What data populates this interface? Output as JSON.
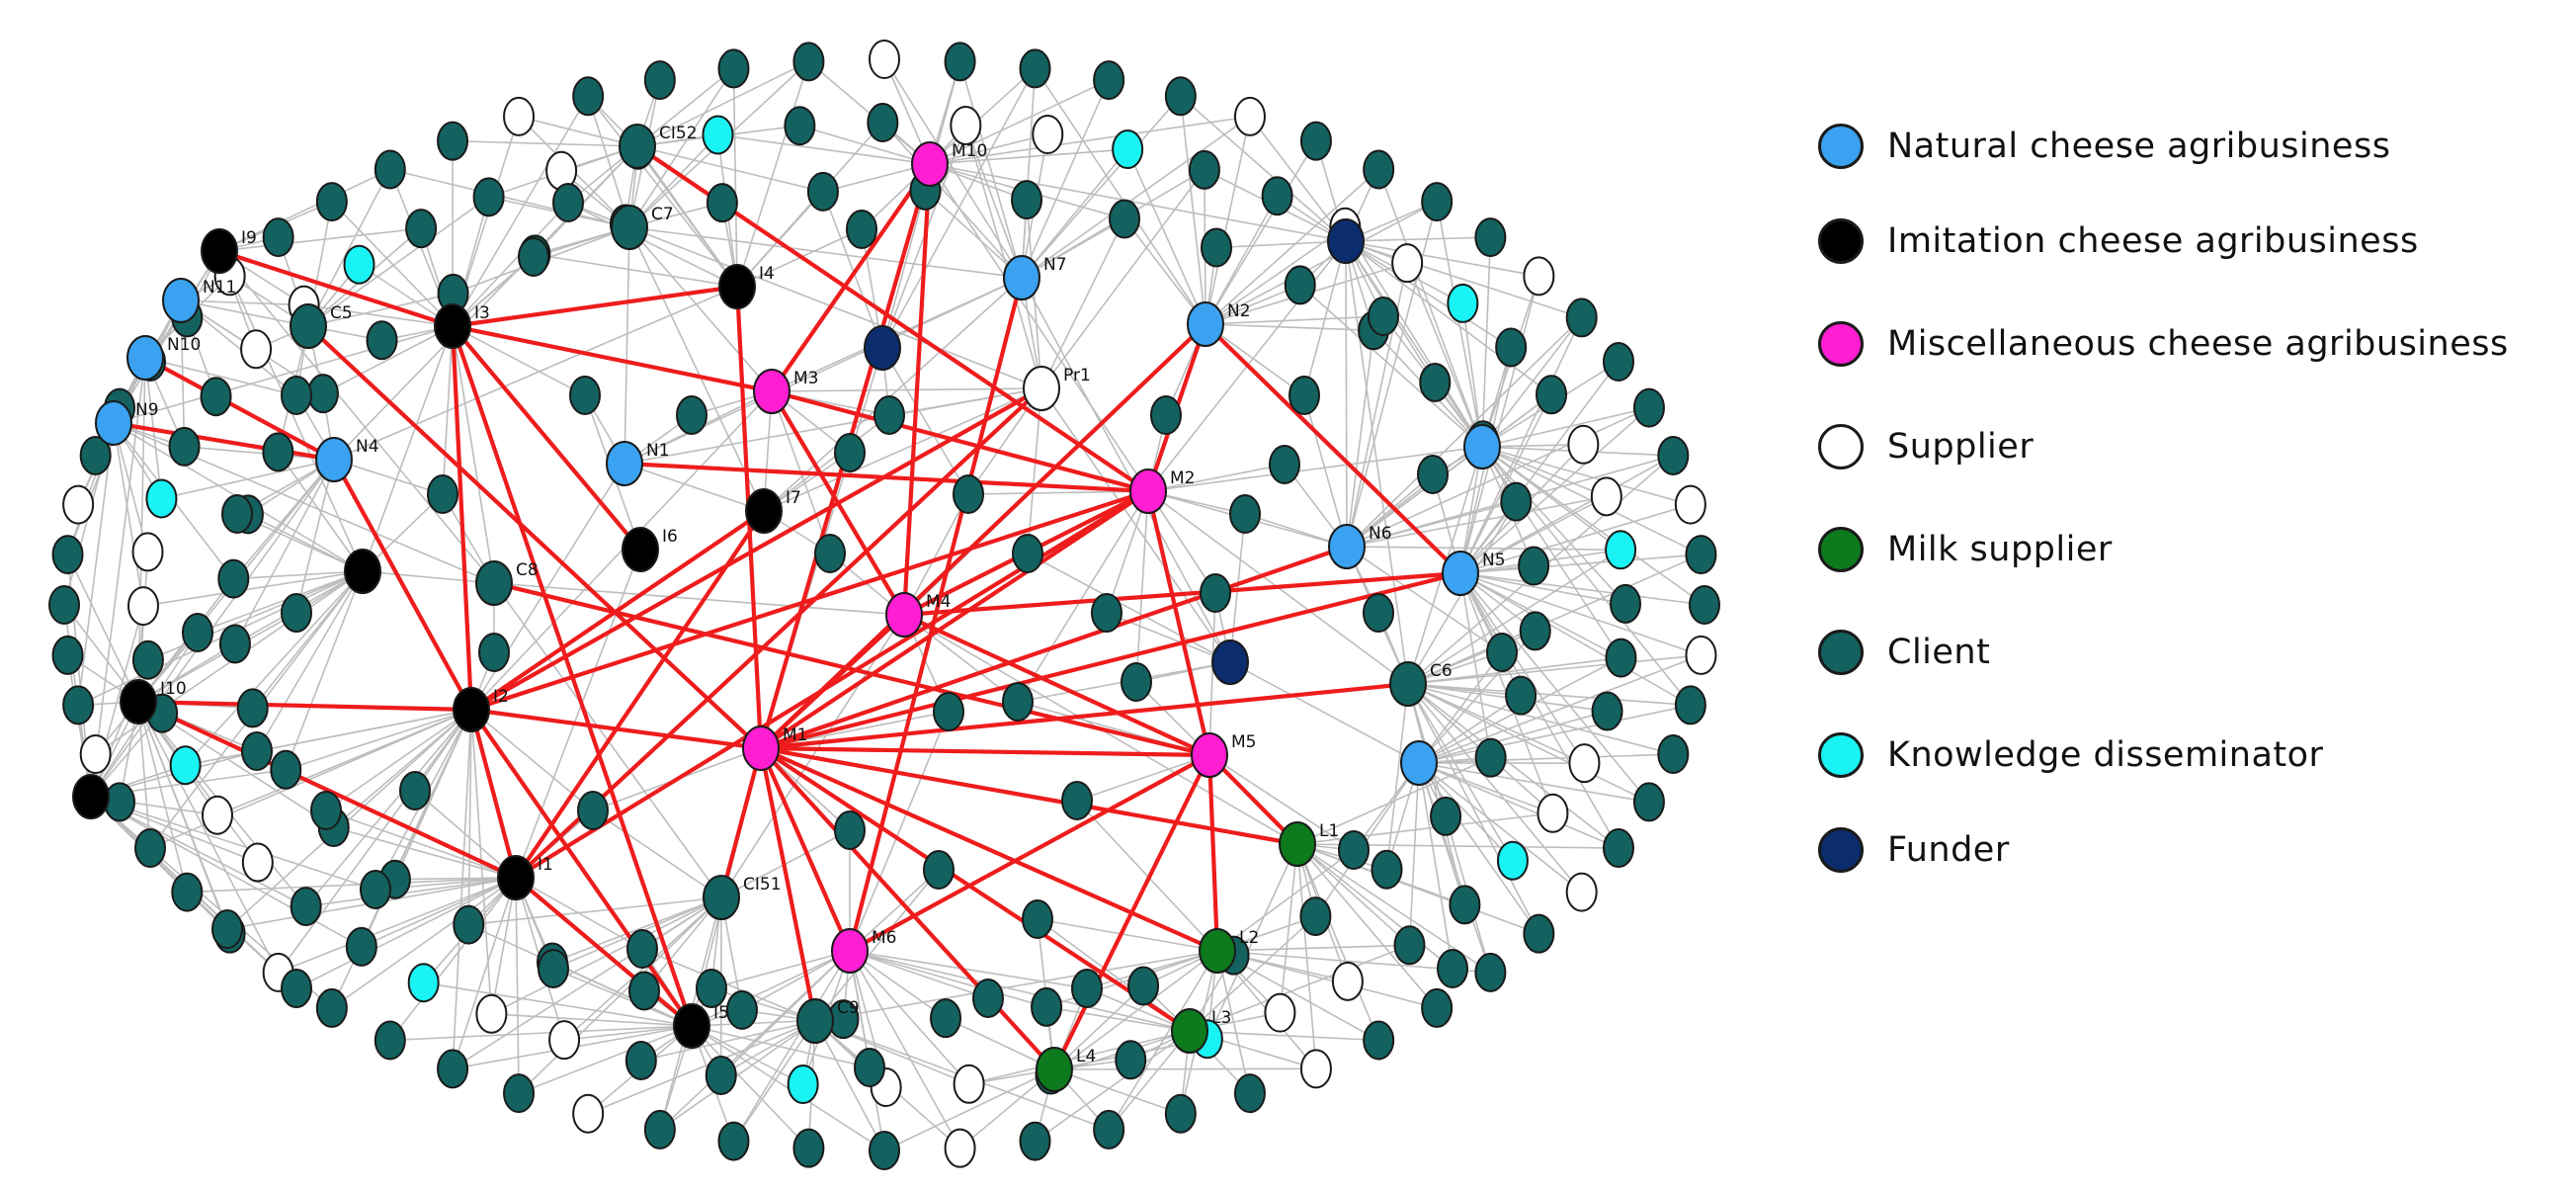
{
  "legend": {
    "items": [
      {
        "label": "Natural cheese agribusiness",
        "type": "natural",
        "color": "#3aa2f0"
      },
      {
        "label": "Imitation cheese agribusiness",
        "type": "imitation",
        "color": "#000000"
      },
      {
        "label": "Miscellaneous cheese agribusiness",
        "type": "misc",
        "color": "#ff1ed2"
      },
      {
        "label": "Supplier",
        "type": "supplier",
        "color": "#ffffff"
      },
      {
        "label": "Milk supplier",
        "type": "milk",
        "color": "#0d7a1e"
      },
      {
        "label": "Client",
        "type": "client",
        "color": "#14625f"
      },
      {
        "label": "Knowledge disseminator",
        "type": "knowledge",
        "color": "#19f3f3"
      },
      {
        "label": "Funder",
        "type": "funder",
        "color": "#0b2d6e"
      }
    ]
  },
  "colors": {
    "natural": "#3aa2f0",
    "imitation": "#000000",
    "misc": "#ff1ed2",
    "supplier": "#ffffff",
    "milk": "#0d7a1e",
    "client": "#14625f",
    "knowledge": "#19f3f3",
    "funder": "#0b2d6e",
    "ego_tie": "#ee1c1c",
    "other_tie": "#bdbdbd"
  },
  "nodes": {
    "hubs": [
      {
        "id": "I1",
        "type": "imitation",
        "label": "I1"
      },
      {
        "id": "I2",
        "type": "imitation",
        "label": "I2"
      },
      {
        "id": "I3",
        "type": "imitation",
        "label": "I3"
      },
      {
        "id": "I4",
        "type": "imitation",
        "label": "I4"
      },
      {
        "id": "I5",
        "type": "imitation",
        "label": "I5"
      },
      {
        "id": "I6",
        "type": "imitation",
        "label": "I6"
      },
      {
        "id": "I7",
        "type": "imitation",
        "label": "I7"
      },
      {
        "id": "I9",
        "type": "imitation",
        "label": "I9"
      },
      {
        "id": "I10",
        "type": "imitation",
        "label": "I10"
      },
      {
        "id": "M1",
        "type": "misc",
        "label": "M1"
      },
      {
        "id": "M2",
        "type": "misc",
        "label": "M2"
      },
      {
        "id": "M3",
        "type": "misc",
        "label": "M3"
      },
      {
        "id": "M4",
        "type": "misc",
        "label": "M4"
      },
      {
        "id": "M5",
        "type": "misc",
        "label": "M5"
      },
      {
        "id": "M6",
        "type": "misc",
        "label": "M6"
      },
      {
        "id": "M10",
        "type": "misc",
        "label": "M10"
      },
      {
        "id": "N1",
        "type": "natural",
        "label": "N1"
      },
      {
        "id": "N2",
        "type": "natural",
        "label": "N2"
      },
      {
        "id": "N4",
        "type": "natural",
        "label": "N4"
      },
      {
        "id": "N5",
        "type": "natural",
        "label": "N5"
      },
      {
        "id": "N6",
        "type": "natural",
        "label": "N6"
      },
      {
        "id": "N7",
        "type": "natural",
        "label": "N7"
      },
      {
        "id": "N9",
        "type": "natural",
        "label": "N9"
      },
      {
        "id": "N10",
        "type": "natural",
        "label": "N10"
      },
      {
        "id": "N11",
        "type": "natural",
        "label": "N11"
      },
      {
        "id": "N12",
        "type": "natural",
        "label": ""
      },
      {
        "id": "N13",
        "type": "natural",
        "label": ""
      },
      {
        "id": "L1",
        "type": "milk",
        "label": "L1"
      },
      {
        "id": "L2",
        "type": "milk",
        "label": "L2"
      },
      {
        "id": "L3",
        "type": "milk",
        "label": "L3"
      },
      {
        "id": "L4",
        "type": "milk",
        "label": "L4"
      },
      {
        "id": "Pr1",
        "type": "supplier",
        "label": "Pr1"
      },
      {
        "id": "CI51",
        "type": "client",
        "label": "CI51"
      },
      {
        "id": "CI52",
        "type": "client",
        "label": "CI52"
      },
      {
        "id": "C5",
        "type": "client",
        "label": "C5"
      },
      {
        "id": "C6",
        "type": "client",
        "label": "C6"
      },
      {
        "id": "C7",
        "type": "client",
        "label": "C7"
      },
      {
        "id": "C8",
        "type": "client",
        "label": "C8"
      },
      {
        "id": "C9",
        "type": "client",
        "label": "C9"
      },
      {
        "id": "F1",
        "type": "funder",
        "label": ""
      },
      {
        "id": "F2",
        "type": "funder",
        "label": ""
      },
      {
        "id": "F3",
        "type": "funder",
        "label": ""
      },
      {
        "id": "IX1",
        "type": "imitation",
        "label": ""
      },
      {
        "id": "IX2",
        "type": "imitation",
        "label": ""
      }
    ],
    "ego_ties": [
      [
        "I9",
        "I3"
      ],
      [
        "I3",
        "I4"
      ],
      [
        "I3",
        "M3"
      ],
      [
        "I3",
        "I2"
      ],
      [
        "I3",
        "I6"
      ],
      [
        "I3",
        "I5"
      ],
      [
        "N10",
        "N4"
      ],
      [
        "N9",
        "N4"
      ],
      [
        "N4",
        "I2"
      ],
      [
        "I10",
        "I2"
      ],
      [
        "I10",
        "I1"
      ],
      [
        "I2",
        "I1"
      ],
      [
        "I2",
        "Pr1"
      ],
      [
        "I2",
        "I7"
      ],
      [
        "I2",
        "M2"
      ],
      [
        "I2",
        "M1"
      ],
      [
        "I2",
        "I5"
      ],
      [
        "I1",
        "I7"
      ],
      [
        "I1",
        "Pr1"
      ],
      [
        "I1",
        "M2"
      ],
      [
        "I1",
        "I5"
      ],
      [
        "C5",
        "M1"
      ],
      [
        "I4",
        "M1"
      ],
      [
        "CI52",
        "M2"
      ],
      [
        "M10",
        "M3"
      ],
      [
        "M10",
        "M4"
      ],
      [
        "M10",
        "M1"
      ],
      [
        "M3",
        "M2"
      ],
      [
        "M3",
        "M4"
      ],
      [
        "N1",
        "M2"
      ],
      [
        "N7",
        "M6"
      ],
      [
        "N2",
        "M2"
      ],
      [
        "N2",
        "N5"
      ],
      [
        "N2",
        "M1"
      ],
      [
        "M2",
        "M4"
      ],
      [
        "M2",
        "M5"
      ],
      [
        "M2",
        "M1"
      ],
      [
        "M4",
        "N5"
      ],
      [
        "M4",
        "M1"
      ],
      [
        "M4",
        "M5"
      ],
      [
        "N6",
        "M1"
      ],
      [
        "N5",
        "M1"
      ],
      [
        "M1",
        "C6"
      ],
      [
        "M1",
        "M5"
      ],
      [
        "M1",
        "L1"
      ],
      [
        "M1",
        "L2"
      ],
      [
        "M1",
        "L3"
      ],
      [
        "M1",
        "L4"
      ],
      [
        "M1",
        "M6"
      ],
      [
        "M1",
        "C9"
      ],
      [
        "M1",
        "CI51"
      ],
      [
        "M5",
        "L4"
      ],
      [
        "M5",
        "L2"
      ],
      [
        "M5",
        "M6"
      ],
      [
        "M5",
        "L1"
      ],
      [
        "C8",
        "M5"
      ]
    ]
  }
}
